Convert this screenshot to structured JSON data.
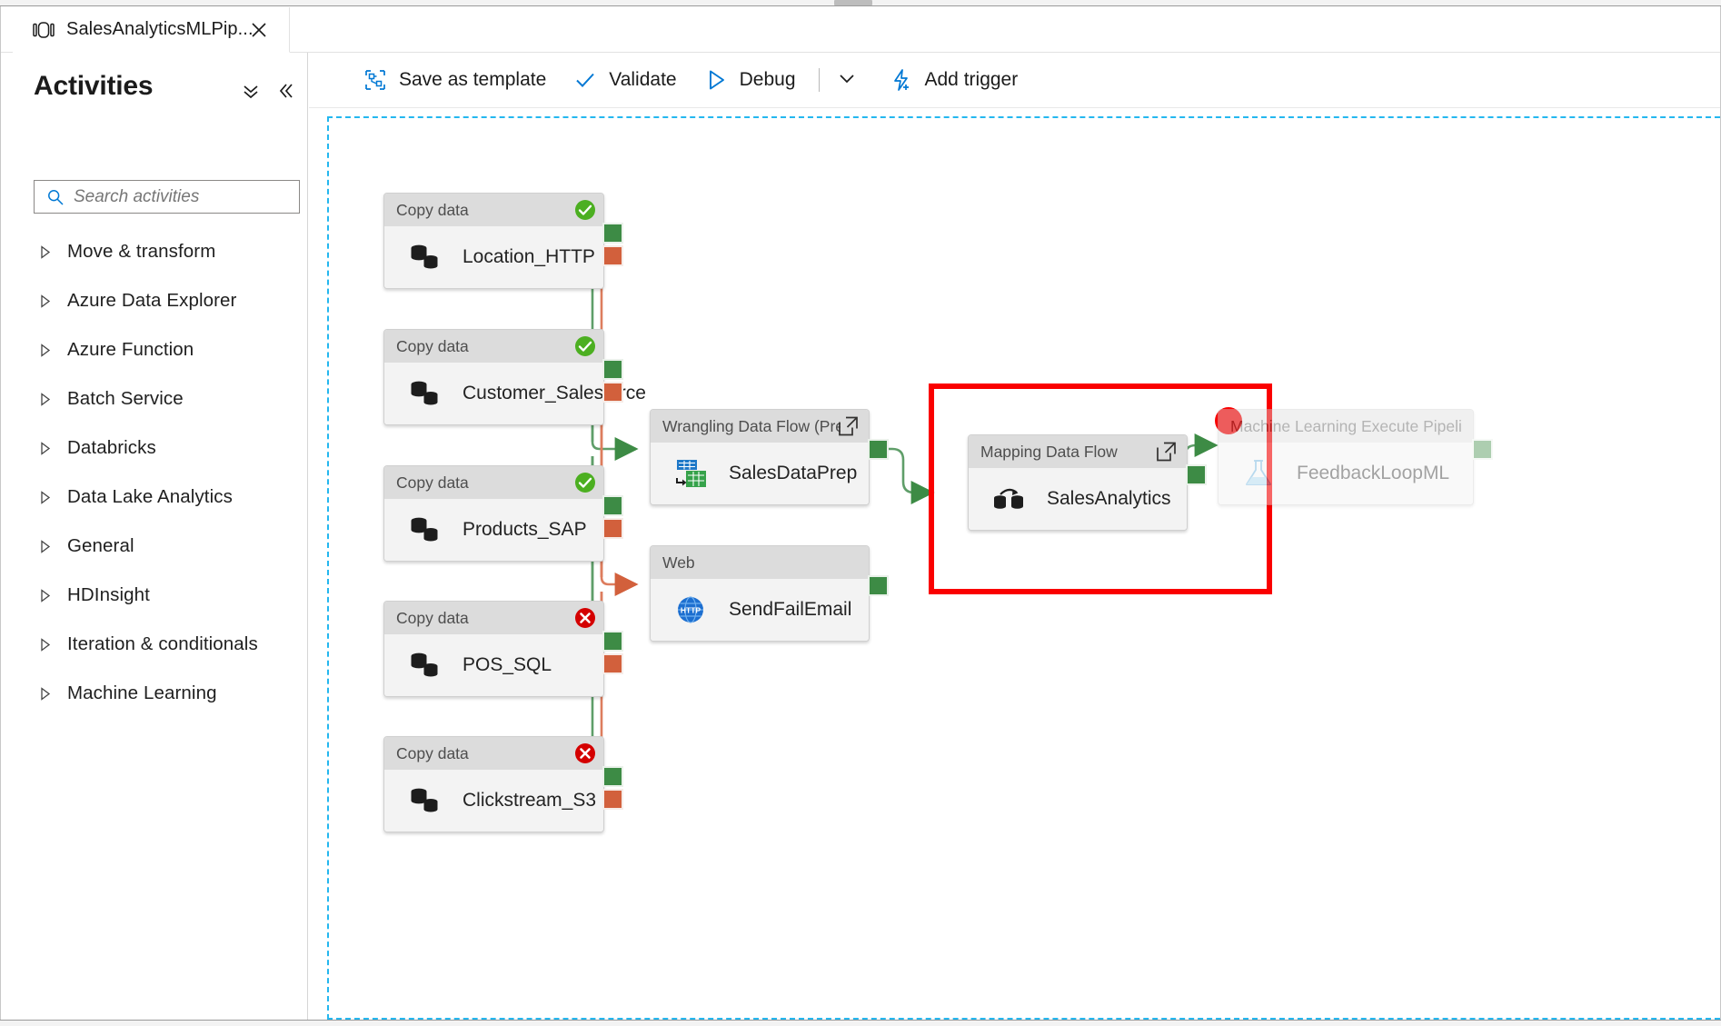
{
  "window": {
    "title_icon": "pipeline-icon"
  },
  "tab": {
    "label": "SalesAnalyticsMLPip...",
    "icon": "pipeline-icon",
    "close_icon": "close-icon"
  },
  "sidebar": {
    "title": "Activities",
    "collapse_all_icon": "double-chevron-down-icon",
    "collapse_panel_icon": "double-chevron-left-icon",
    "search": {
      "placeholder": "Search activities",
      "value": "",
      "icon": "search-icon"
    },
    "items": [
      {
        "label": "Move & transform",
        "caret": "chevron-right-icon"
      },
      {
        "label": "Azure Data Explorer",
        "caret": "chevron-right-icon"
      },
      {
        "label": "Azure Function",
        "caret": "chevron-right-icon"
      },
      {
        "label": "Batch Service",
        "caret": "chevron-right-icon"
      },
      {
        "label": "Databricks",
        "caret": "chevron-right-icon"
      },
      {
        "label": "Data Lake Analytics",
        "caret": "chevron-right-icon"
      },
      {
        "label": "General",
        "caret": "chevron-right-icon"
      },
      {
        "label": "HDInsight",
        "caret": "chevron-right-icon"
      },
      {
        "label": "Iteration & conditionals",
        "caret": "chevron-right-icon"
      },
      {
        "label": "Machine Learning",
        "caret": "chevron-right-icon"
      }
    ]
  },
  "toolbar": {
    "save_as_template": {
      "label": "Save as template",
      "icon": "save-template-icon"
    },
    "validate": {
      "label": "Validate",
      "icon": "checkmark-icon"
    },
    "debug": {
      "label": "Debug",
      "icon": "play-triangle-icon"
    },
    "debug_dropdown_icon": "chevron-down-icon",
    "add_trigger": {
      "label": "Add trigger",
      "icon": "lightning-plus-icon"
    }
  },
  "canvas": {
    "nodes": [
      {
        "type": "Copy data",
        "name": "Location_HTTP",
        "icon": "database-copy-icon",
        "status": "succeeded",
        "status_icon": "green-check-icon"
      },
      {
        "type": "Copy data",
        "name": "Customer_Salesforce",
        "icon": "database-copy-icon",
        "status": "succeeded",
        "status_icon": "green-check-icon"
      },
      {
        "type": "Copy data",
        "name": "Products_SAP",
        "icon": "database-copy-icon",
        "status": "succeeded",
        "status_icon": "green-check-icon"
      },
      {
        "type": "Copy data",
        "name": "POS_SQL",
        "icon": "database-copy-icon",
        "status": "failed",
        "status_icon": "red-x-icon"
      },
      {
        "type": "Copy data",
        "name": "Clickstream_S3",
        "icon": "database-copy-icon",
        "status": "failed",
        "status_icon": "red-x-icon"
      },
      {
        "type": "Wrangling Data Flow (Preview",
        "name": "SalesDataPrep",
        "icon": "wrangling-dataflow-icon",
        "status": "none",
        "open_icon": "open-in-new-icon"
      },
      {
        "type": "Web",
        "name": "SendFailEmail",
        "icon": "http-globe-icon",
        "status": "none"
      },
      {
        "type": "Mapping Data Flow",
        "name": "SalesAnalytics",
        "icon": "mapping-dataflow-icon",
        "status": "none",
        "open_icon": "open-in-new-icon",
        "highlighted": true
      },
      {
        "type": "Machine Learning Execute Pipeline",
        "name": "FeedbackLoopML",
        "icon": "ml-flask-icon",
        "status": "none",
        "disabled": true
      }
    ],
    "port_labels": {
      "success": "success-output-port",
      "failure": "failure-output-port"
    },
    "annotation": {
      "shape": "rectangle",
      "indicator": "red-dot"
    }
  },
  "colors": {
    "success_green": "#3d8b45",
    "failure_red": "#d2603c",
    "annotation_red": "#fa0000",
    "accent_blue": "#0078d4",
    "canvas_dash": "#24b7ef",
    "node_header": "#dcdcdc",
    "node_body": "#f3f3f3"
  }
}
